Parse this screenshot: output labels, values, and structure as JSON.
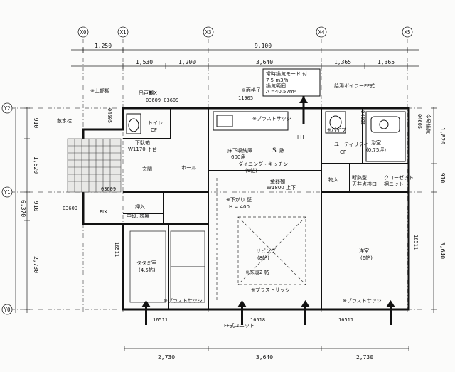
{
  "grid_labels": {
    "top": [
      "X0",
      "X1",
      "X3",
      "X4",
      "X5"
    ],
    "left": [
      "Y2",
      "Y1",
      "Y0"
    ]
  },
  "dims": {
    "top_outer": [
      "1,250",
      "9,100"
    ],
    "top_inner": [
      "1,530",
      "1,200",
      "3,640",
      "1,365",
      "1,365"
    ],
    "bottom": [
      "2,730",
      "3,640",
      "2,730"
    ],
    "left_inner": [
      "910",
      "1,820",
      "910",
      "2,730"
    ],
    "left_total": "6,370",
    "right": [
      "1,820",
      "910",
      "3,640"
    ]
  },
  "ventilation": {
    "line1": "常時換気モード 付",
    "line2": "7 5 m3/h",
    "line3": "換気範囲",
    "line4": "A =40.57m²"
  },
  "labels": {
    "handrail": "※上部棚",
    "fix_top": "FIX",
    "fix_code_top": "03609 03609",
    "upper_closet": "吊戸棚",
    "sprinkler": "散水栓",
    "toilet": "トイレ",
    "cf1": "CF",
    "box1": "04605",
    "gecabinet": "下駄箱",
    "gecabinet_sub": "W1170 下台",
    "genkan": "玄関",
    "hall": "ホール",
    "fix_code_left": "03609",
    "fix_code_left2": "03609",
    "fix_left": "FIX",
    "closet_label": "押入",
    "closet_sub": "中段, 枕棚",
    "tatami": "タタミ室",
    "tatami_size": "(4.5帖)",
    "code_16511_left": "16511",
    "code_11905": "11905",
    "lattice": "※面格子",
    "sink_sash": "※プラストサッシ",
    "floor_heat": "床下収納庫",
    "floor_heat_sub": "600角",
    "dining": "ダイニング・キッチン",
    "dining_size": "(6帖)",
    "kan_label": "金器棚",
    "kan_sub": "W1800 上下",
    "crawl": "※下がり 壁",
    "crawl_h": "H = 400",
    "living": "リビング",
    "living_size": "(8帖)",
    "living_note": "※床暖2 帖",
    "pipe": "※パイプ",
    "utility": "ユーティリティ",
    "cf2": "CF",
    "bath": "浴室",
    "bath_size": "(0.75坪)",
    "boiler": "給湯ボイラーFF式",
    "insul": "断熱型",
    "insul_sub": "天井点検口",
    "closet2": "クローゼット",
    "closet2_sub": "棚ニット",
    "storage": "物入",
    "fix_ff": "FF式ユニット",
    "yoshitsu": "洋室",
    "yoshitsu_size": "(6帖)",
    "sash_bottom1": "※プラストサッシ",
    "sash_bottom2": "※プラストサッシ",
    "sash_bottom3": "※プラストサッシ",
    "code_bottom1": "16511",
    "code_bottom2": "16518",
    "code_bottom3": "16511",
    "code_right1": "04605",
    "code_right2": "04605",
    "code_right_vert": "16511",
    "s_mark": "S",
    "hi_label": "熱",
    "ih": "I H",
    "right_vert": "今号換気"
  }
}
